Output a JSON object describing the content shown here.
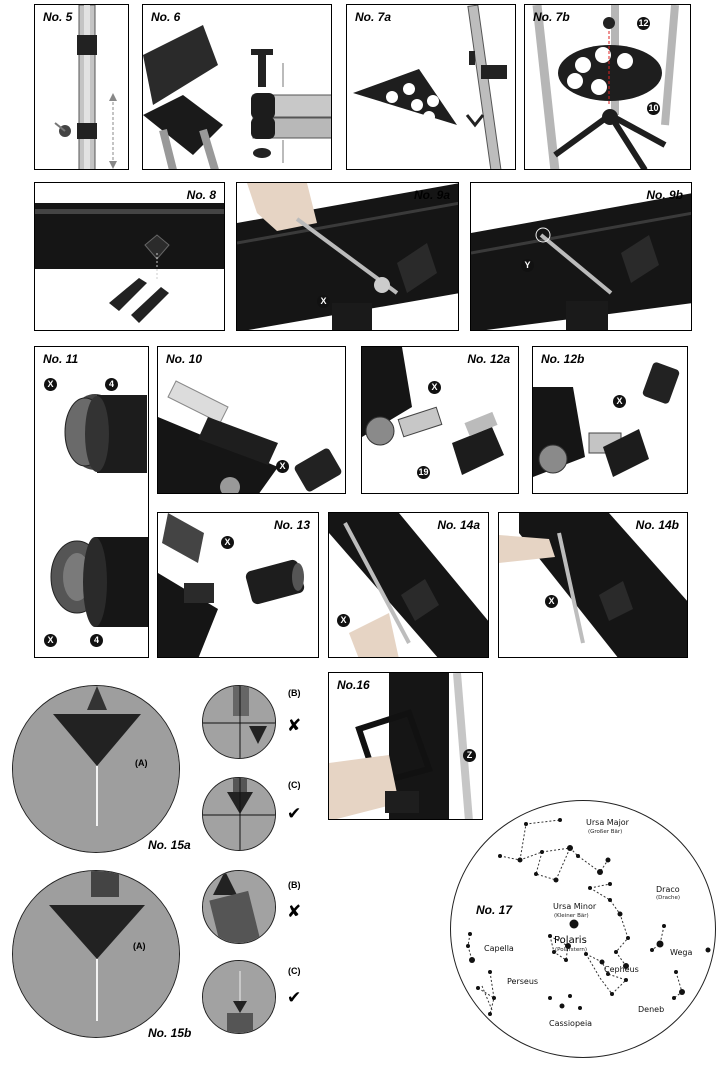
{
  "figures": {
    "no5": "No. 5",
    "no6": "No. 6",
    "no7a": "No. 7a",
    "no7b": "No. 7b",
    "no8": "No. 8",
    "no9a": "No. 9a",
    "no9b": "No. 9b",
    "no11": "No. 11",
    "no10": "No. 10",
    "no12a": "No. 12a",
    "no12b": "No. 12b",
    "no13": "No. 13",
    "no14a": "No. 14a",
    "no14b": "No. 14b",
    "no15a": "No. 15a",
    "no15b": "No. 15b",
    "no16": "No.16",
    "no17": "No. 17"
  },
  "badges": {
    "x": "X",
    "y": "Y",
    "z": "Z",
    "four": "4",
    "ten": "10",
    "twelve": "12",
    "nineteen": "19"
  },
  "views": {
    "a": "(A)",
    "b": "(B)",
    "c": "(C)",
    "wrong": "✘",
    "right": "✔"
  },
  "starmap": {
    "ursa_major": "Ursa Major",
    "ursa_major_de": "(Großer Bär)",
    "draco": "Draco",
    "draco_de": "(Drache)",
    "ursa_minor": "Ursa Minor",
    "ursa_minor_de": "(Kleiner Bär)",
    "polaris": "Polaris",
    "polaris_de": "(Polarstern)",
    "capella": "Capella",
    "wega": "Wega",
    "cepheus": "Cepheus",
    "perseus": "Perseus",
    "deneb": "Deneb",
    "cassiopeia": "Cassiopeia"
  },
  "colors": {
    "tube": "#151515",
    "metal": "#b9b9b9",
    "sky": "#9c9c9c"
  }
}
